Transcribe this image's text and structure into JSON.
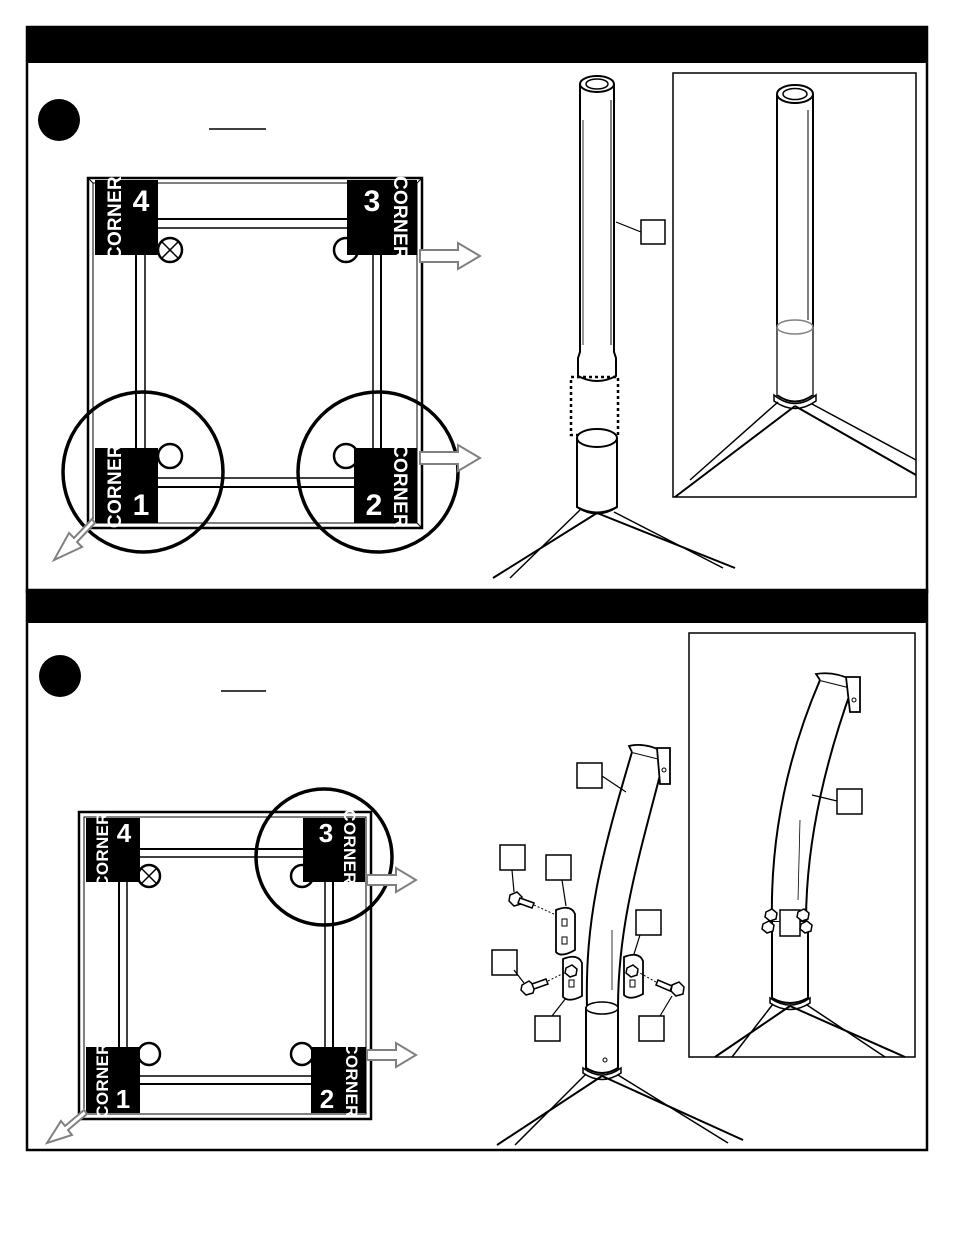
{
  "corner_word": "CORNER",
  "step1": {
    "corners": [
      {
        "number": "4"
      },
      {
        "number": "3"
      },
      {
        "number": "1"
      },
      {
        "number": "2"
      }
    ],
    "circled_corners": [
      "1",
      "2"
    ]
  },
  "step2": {
    "corners": [
      {
        "number": "4"
      },
      {
        "number": "3"
      },
      {
        "number": "1"
      },
      {
        "number": "2"
      }
    ],
    "circled_corners": [
      "3"
    ]
  },
  "colors": {
    "line": "#000000",
    "label_bg": "#000000",
    "label_text": "#ffffff",
    "arrow": "#808080"
  }
}
